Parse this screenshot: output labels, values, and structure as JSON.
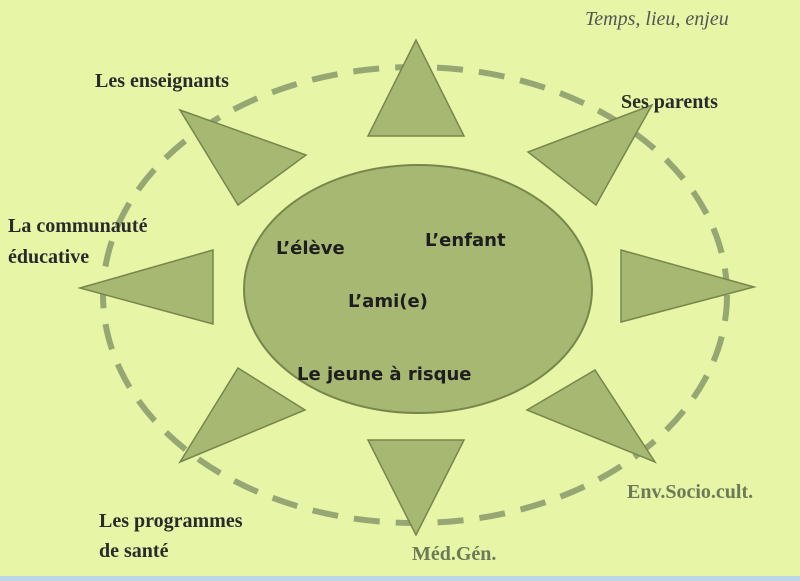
{
  "colors": {
    "background": "#e6f5a6",
    "shape_fill": "#a6b872",
    "shape_stroke": "#77874c",
    "dashed_ring": "#96a774",
    "text_dark": "#2a2a2a",
    "text_muted": "#6c7a58"
  },
  "header": {
    "note": "Temps, lieu, enjeu"
  },
  "center": {
    "items": [
      "L’élève",
      "L’enfant",
      "L’ami(e)",
      "Le jeune à risque"
    ]
  },
  "around": {
    "teachers": "Les enseignants",
    "parents": "Ses parents",
    "community_line1": "La communauté",
    "community_line2": "éducative",
    "health_line1": "Les programmes",
    "health_line2": "de santé",
    "gp": "Méd.Gén.",
    "environment": "Env.Socio.cult."
  }
}
